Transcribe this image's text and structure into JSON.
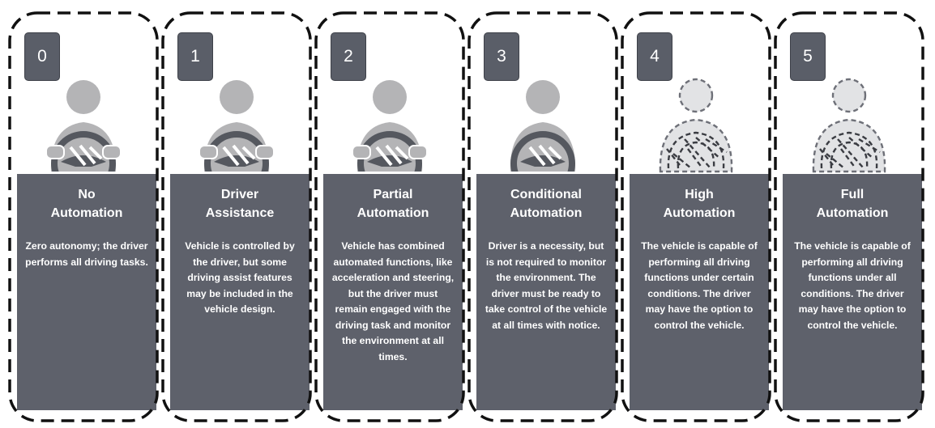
{
  "levels": [
    {
      "number": "0",
      "title": [
        "No",
        "Automation"
      ],
      "description": "Zero autonomy; the driver performs all driving tasks.",
      "driver_icon": "solid-driver-steering-wheel-icon"
    },
    {
      "number": "1",
      "title": [
        "Driver",
        "Assistance"
      ],
      "description": "Vehicle is controlled by the driver, but some driving assist features may be included in the vehicle design.",
      "driver_icon": "solid-driver-steering-wheel-icon"
    },
    {
      "number": "2",
      "title": [
        "Partial",
        "Automation"
      ],
      "description": "Vehicle has combined automated functions, like acceleration and steering, but the driver must remain engaged with the driving task and monitor the environment at all times.",
      "driver_icon": "solid-driver-steering-wheel-icon"
    },
    {
      "number": "3",
      "title": [
        "Conditional",
        "Automation"
      ],
      "description": "Driver is a necessity, but is not required to monitor the environment. The driver must be ready to take control of the vehicle at all times with notice.",
      "driver_icon": "driver-steering-wheel-no-hands-icon"
    },
    {
      "number": "4",
      "title": [
        "High",
        "Automation"
      ],
      "description": "The vehicle is capable of performing all driving functions under certain conditions. The driver may have the option to control the vehicle.",
      "driver_icon": "dashed-outline-driver-icon"
    },
    {
      "number": "5",
      "title": [
        "Full",
        "Automation"
      ],
      "description": "The vehicle is capable of performing all driving functions under all conditions. The driver may have the option to control the vehicle.",
      "driver_icon": "dashed-outline-driver-icon"
    }
  ],
  "colors": {
    "panel": "#5e616b",
    "badge": "#5a5e68",
    "figure_solid": "#b4b4b6",
    "figure_outline": "#6e7078",
    "dashed_border": "#111111"
  }
}
